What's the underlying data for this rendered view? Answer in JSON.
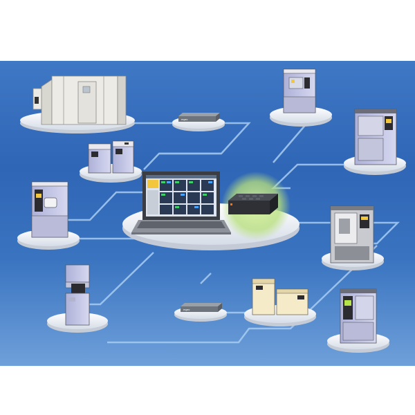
{
  "diagram": {
    "colors": {
      "background_top": "#3f78c5",
      "background_bottom": "#6fa0da",
      "network_line": "#a9cdf2",
      "platform": "#f3f6fa",
      "chamber_body": "#c9cbe8",
      "highlight_glow": "#b8e07a"
    },
    "hub": {
      "laptop": {
        "icon": "laptop-icon"
      },
      "controller": {
        "icon": "controller-box-icon"
      }
    },
    "nodes": [
      {
        "id": "walk-in-room",
        "icon": "walk-in-chamber-icon"
      },
      {
        "id": "network-unit-top",
        "icon": "network-unit-icon"
      },
      {
        "id": "chamber-top-right",
        "icon": "test-chamber-icon"
      },
      {
        "id": "twin-chambers",
        "icon": "twin-chamber-icon"
      },
      {
        "id": "large-chamber-right",
        "icon": "large-chamber-icon"
      },
      {
        "id": "chamber-left",
        "icon": "test-chamber-icon"
      },
      {
        "id": "tall-chamber-right",
        "icon": "tall-chamber-icon"
      },
      {
        "id": "stand-chamber-left",
        "icon": "benchtop-chamber-icon"
      },
      {
        "id": "network-unit-bottom",
        "icon": "network-unit-icon"
      },
      {
        "id": "oven-pair",
        "icon": "oven-icon"
      },
      {
        "id": "chamber-bottom-right",
        "icon": "test-chamber-icon"
      }
    ]
  }
}
